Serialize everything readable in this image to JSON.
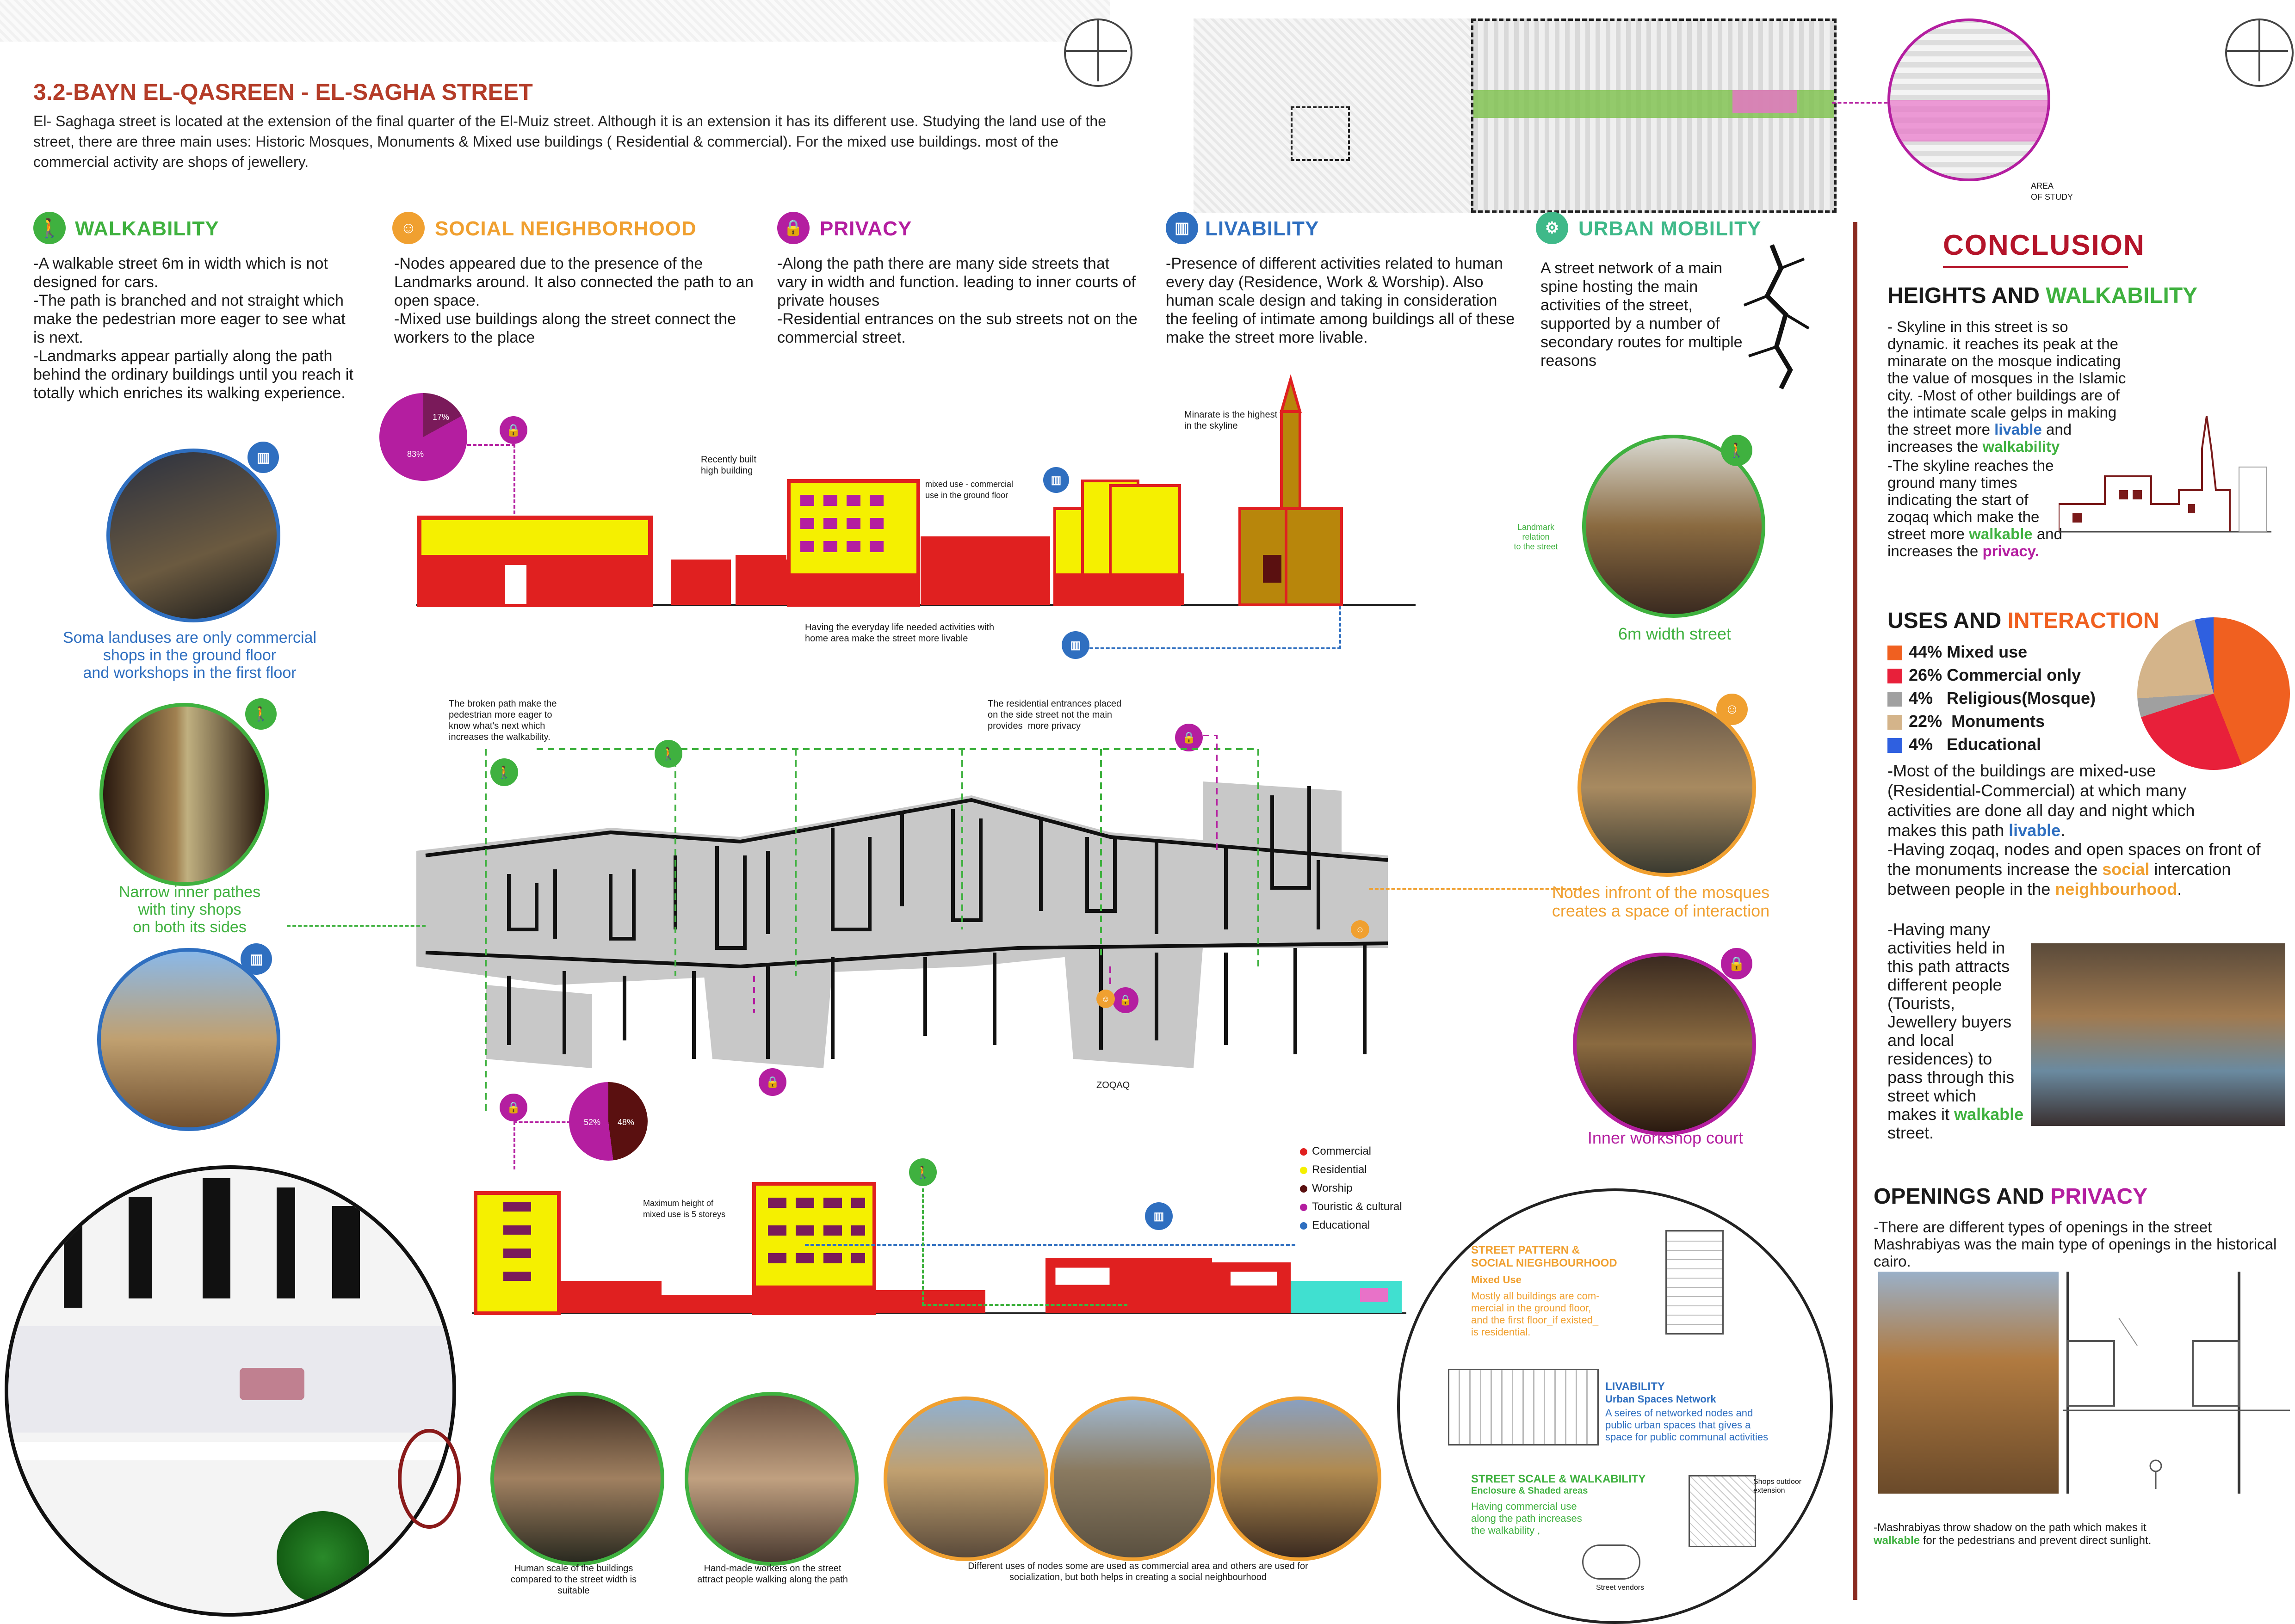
{
  "title": "3.2-BAYN EL-QASREEN - EL-SAGHA STREET",
  "intro": "El- Saghaga street is located at the extension of the final  quarter of the El-Muiz street. Although it is an extension it has its different use. Studying the land use of the street, there are three main uses: Historic Mosques, Monuments & Mixed use buildings ( Residential & commercial). For the mixed use buildings. most of the commercial activity are shops of jewellery.",
  "area_label": "AREA\nOF STUDY",
  "columns": [
    {
      "heading": "WALKABILITY",
      "color": "#3fb13f",
      "icon": "walking-person-icon",
      "text": "-A walkable street 6m in width which is not designed for cars.\n-The path is branched and not straight which make the pedestrian more eager to see what is next.\n-Landmarks appear partially along the path behind the ordinary buildings until you reach it totally which enriches its walking experience."
    },
    {
      "heading": "SOCIAL NEIGHBORHOOD",
      "color": "#f0a030",
      "icon": "people-group-icon",
      "text": "-Nodes appeared due to the presence of the Landmarks around. It also connected the path to an open space.\n-Mixed use buildings along the street connect the workers to the place"
    },
    {
      "heading": "PRIVACY",
      "color": "#b41ea0",
      "icon": "lock-icon",
      "text": "-Along the path there are many side streets that vary in width and function.  leading to inner courts of private houses\n-Residential entrances on the sub streets not on the commercial street."
    },
    {
      "heading": "LIVABILITY",
      "color": "#2f6fc0",
      "icon": "buildings-icon",
      "text": "-Presence of different activities related to human every day (Residence, Work & Worship). Also human scale design and taking in consideration the feeling of intimate among buildings all of these make the street more livable."
    },
    {
      "heading": "URBAN MOBILITY",
      "color": "#3fb989",
      "icon": "mobility-icon",
      "text": "A street network of a main spine hosting the main activities of the street, supported by a number of secondary routes for multiple reasons"
    }
  ],
  "photo_captions": {
    "soma": "Soma landuses are only commercial\nshops in the ground floor\nand workshops in the first floor",
    "narrow": "Narrow inner pathes\nwith tiny shops\non both its sides",
    "street6m": "6m width street",
    "nodes": "Nodes infront of the mosques\ncreates a spacе of interaction",
    "workshop": "Inner workshop court",
    "landmark": "Landmark\nrelation\nto the street",
    "human_scale": "Human scale of the buildings\ncompared to the street width is\nsuitable",
    "handmade": "Hand-made workers on the street\nattract people walking along the path",
    "nodes_uses": "Different uses of nodes some are used as commercial area and others are used for\nsocialization, but both helps in creating a social neighbourhood"
  },
  "elevation_notes": {
    "recent": "Recently built\nhigh building",
    "mixed": "mixed use - commercial\nuse in the ground floor",
    "minaret": "Minarate is the highest\nin the skyline",
    "everyday": "Having the everyday life needed activities with\nhome area make the street more livable",
    "broken": "The broken path make the\npedestrian more eager to\nknow what's next which\nincreases the walkability.",
    "residential": "The residential entrances placed\non the side street not the main\nprovides  more privacy",
    "zoqaq": "ZOQAQ",
    "max_height": "Maximum height of\nmixed use is 5 storeys"
  },
  "pie_top": {
    "a": "17%",
    "b": "83%"
  },
  "pie_bottom": {
    "a": "52%",
    "b": "48%"
  },
  "legend": [
    {
      "label": "Commercial",
      "color": "#e02020"
    },
    {
      "label": "Residential",
      "color": "#f5f000"
    },
    {
      "label": "Worship",
      "color": "#5a1010"
    },
    {
      "label": "Touristic & cultural",
      "color": "#b41ea0"
    },
    {
      "label": "Educational",
      "color": "#2f6fc0"
    }
  ],
  "sketch_circle": {
    "h1": "STREET PATTERN &\nSOCIAL NIEGHBOURHOOD",
    "h1_sub": "Mixed Use",
    "t1": "Mostly all buildings are com-\nmercial in the ground floor,\nand the first floor_if existed_\nis residential.",
    "h2": "LIVABILITY",
    "h2_sub": "Urban Spaces Network",
    "t2": "A seires of networked nodes and\npublic urban spaces that gives a\nspace for public communal activities",
    "h3": "STREET SCALE & WALKABILITY",
    "h3_sub": "Enclosure & Shaded areas",
    "t3": "Having commercial use\nalong the path increases\nthe walkability ,",
    "n1": "Shops outdoor\nextension",
    "n2": "Street vendors"
  },
  "conclusion": {
    "title": "CONCLUSION",
    "s1_a": "HEIGHTS AND ",
    "s1_b": "WALKABILITY",
    "s1_text": "- Skyline in this street is so dynamic. it reaches its peak at the minarate on the mosque indicating the value of mosques in the Islamic city.\n-Most of other buildings are of the intimate scale gelps in making the street more",
    "s1_livable": "livable",
    "s1_and": "and increases the",
    "s1_walk": "walkability",
    "s1_text2": "-The skyline reaches the ground many times indicating the start of zoqaq which make the street more",
    "s1_walkable": "walkable",
    "s1_and2": "and increases the",
    "s1_privacy": "privacy.",
    "s2_a": "USES AND ",
    "s2_b": "INTERACTION",
    "uses": [
      {
        "pct": "44%",
        "label": "Mixed use",
        "color": "#f06020",
        "value": 44
      },
      {
        "pct": "26%",
        "label": "Commercial only",
        "color": "#e8203a",
        "value": 26
      },
      {
        "pct": "4%",
        "label": "Religious(Mosque)",
        "color": "#a0a0a0",
        "value": 4
      },
      {
        "pct": "22%",
        "label": "Monuments",
        "color": "#d4b48a",
        "value": 22
      },
      {
        "pct": "4%",
        "label": "Educational",
        "color": "#2f60e0",
        "value": 4
      }
    ],
    "s2_text1": "-Most of the buildings are mixed-use (Residential-Commercial) at which many activities are done all day and night which makes this path",
    "s2_livable": "livable",
    "s2_text2": "-Having zoqaq, nodes and open spaces on front of the monuments increase the",
    "s2_social": "social",
    "s2_text3": "intercation between people in the",
    "s2_neigh": "neighbourhood",
    "s2_text4": "-Having many activities held in this path attracts different people (Tourists, Jewellery buyers and local residences) to pass through this street  which makes it",
    "s2_walkable": "walkable",
    "s2_street": "street.",
    "s3_a": "OPENINGS AND ",
    "s3_b": "PRIVACY",
    "s3_text": "-There are different types of openings in the street Mashrabiyas was the main type of openings in the historical cairo.",
    "s3_foot_a": "-Mashrabiyas throw shadow on the path which makes it",
    "s3_foot_walk": "walkable",
    "s3_foot_b": "for the pedestrians and prevent direct sunlight."
  },
  "colors": {
    "title": "#b43c28",
    "conclusion": "#b4142a",
    "green": "#3fb13f",
    "blue": "#2f6fc0",
    "orange": "#f0a030",
    "magenta": "#b41ea0",
    "divider": "#8a2a20"
  }
}
